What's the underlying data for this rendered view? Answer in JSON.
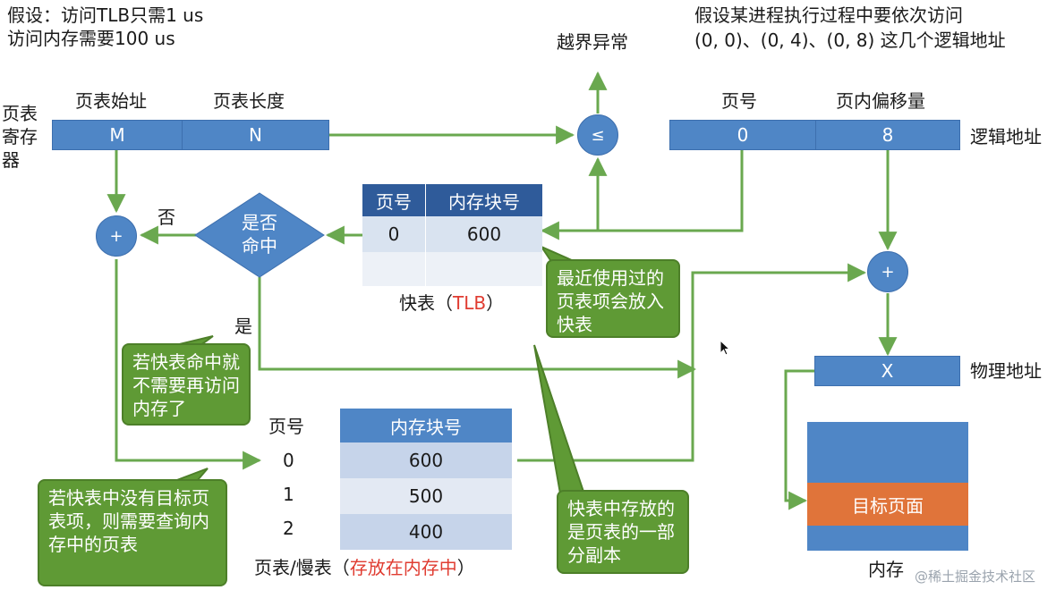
{
  "assume": {
    "line1": "假设：访问TLB只需1 us",
    "line2": "访问内存需要100 us"
  },
  "process_note": {
    "line1": "假设某进程执行过程中要依次访问",
    "line2": "(0, 0)、(0, 4)、(0, 8) 这几个逻辑地址"
  },
  "out_of_bounds": "越界异常",
  "ptr": {
    "side_label_1": "页表",
    "side_label_2": "寄存",
    "side_label_3": "器",
    "start_header": "页表始址",
    "length_header": "页表长度",
    "start_value": "M",
    "length_value": "N"
  },
  "compare_symbol": "≤",
  "logical": {
    "page_header": "页号",
    "offset_header": "页内偏移量",
    "page_value": "0",
    "offset_value": "8",
    "label": "逻辑地址"
  },
  "adder_symbol": "+",
  "decision": {
    "text_line1": "是否",
    "text_line2": "命中",
    "no": "否",
    "yes": "是"
  },
  "tlb": {
    "headers": [
      "页号",
      "内存块号"
    ],
    "rows": [
      [
        "0",
        "600"
      ],
      [
        "",
        ""
      ]
    ],
    "caption_prefix": "快表（",
    "caption_highlight": "TLB",
    "caption_suffix": "）"
  },
  "callouts": {
    "recent": "最近使用过的页表项会放入快表",
    "hit": "若快表命中就不需要再访问内存了",
    "miss": "若快表中没有目标页表项，则需要查询内存中的页表",
    "copy": "快表中存放的是页表的一部分副本"
  },
  "page_table": {
    "page_header": "页号",
    "block_header": "内存块号",
    "pages": [
      "0",
      "1",
      "2"
    ],
    "blocks": [
      "600",
      "500",
      "400"
    ],
    "caption_prefix": "页表/慢表（",
    "caption_highlight": "存放在内存中",
    "caption_suffix": "）"
  },
  "physical": {
    "value": "X",
    "label": "物理地址"
  },
  "memory": {
    "target": "目标页面",
    "label": "内存"
  },
  "watermark": "@稀土掘金技术社区",
  "colors": {
    "blue": "#4f86c6",
    "green": "#6aa84f",
    "callout": "#5f9a35",
    "red": "#e03c31",
    "orange": "#e0743a"
  }
}
